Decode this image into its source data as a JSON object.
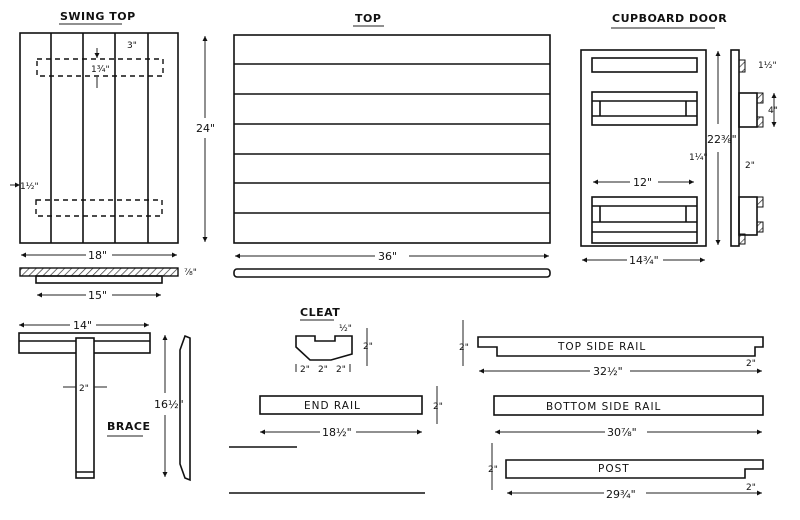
{
  "titles": {
    "swing_top": "SWING TOP",
    "top": "TOP",
    "cupboard_door": "CUPBOARD DOOR",
    "cleat": "CLEAT",
    "brace": "BRACE"
  },
  "part_labels": {
    "end_rail": "END RAIL",
    "top_side_rail": "TOP SIDE RAIL",
    "bottom_side_rail": "BOTTOM SIDE RAIL",
    "post": "POST"
  },
  "dimensions": {
    "swing_top": {
      "cleat_offset": "3\"",
      "cleat_width": "1¾\"",
      "edge_offset": "1½\"",
      "height": "24\"",
      "width": "18\"",
      "thickness": "⅞\"",
      "cleat_length": "15\""
    },
    "top": {
      "width": "36\""
    },
    "cupboard_door": {
      "height": "22⅜\"",
      "edge_gap": "1¼\"",
      "inner_width": "12\"",
      "width": "14¾\"",
      "side_top": "1½\"",
      "side_block": "4\"",
      "side_gap": "2\""
    },
    "cleat": {
      "notch": "½\"",
      "height": "2\"",
      "seg1": "2\"",
      "seg2": "2\"",
      "seg3": "2\""
    },
    "end_rail": {
      "height": "2\"",
      "length": "18½\""
    },
    "top_side_rail": {
      "height": "2\"",
      "length": "32½\"",
      "notch": "2\""
    },
    "bottom_side_rail": {
      "length": "30⅞\""
    },
    "post": {
      "height": "2\"",
      "length": "29¾\"",
      "notch": "2\""
    },
    "brace": {
      "width": "14\"",
      "post_width": "2\"",
      "height": "16½\""
    }
  }
}
